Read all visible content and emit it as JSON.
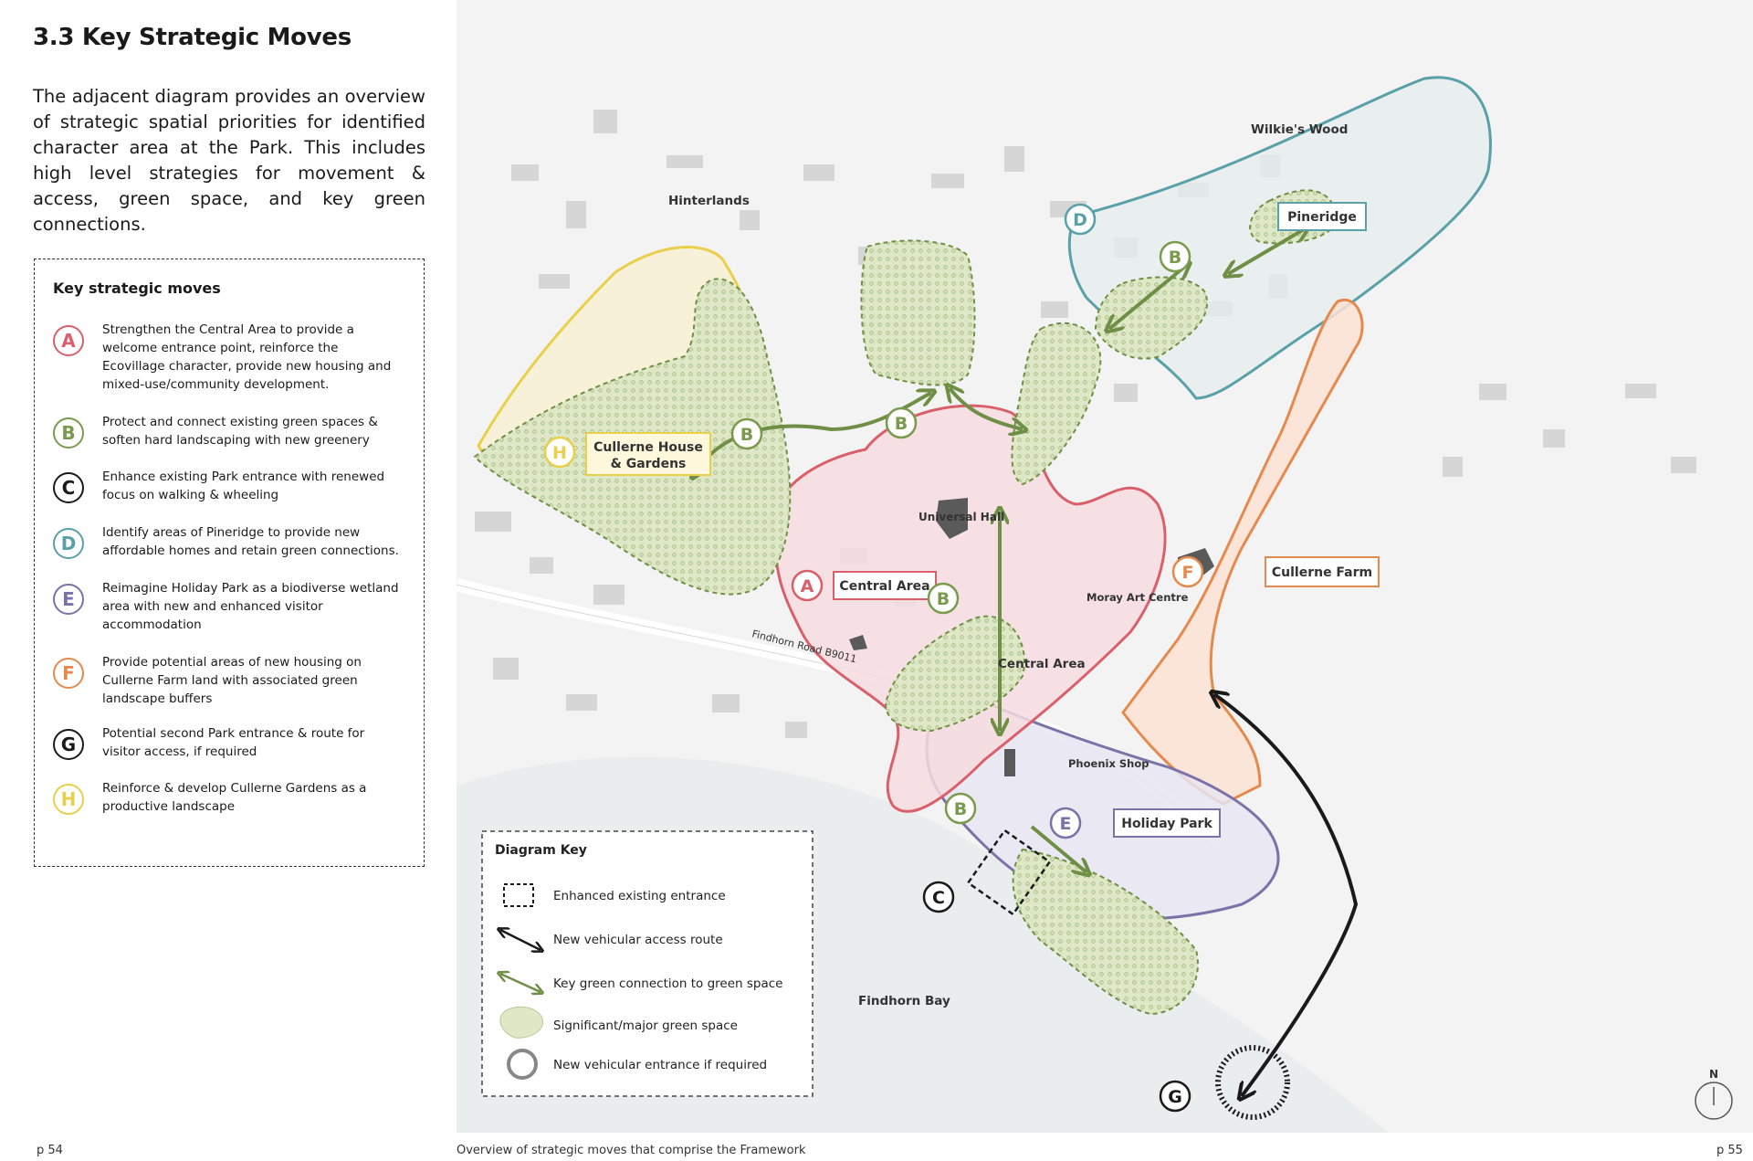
{
  "heading": "3.3 Key Strategic Moves",
  "intro": "The adjacent diagram provides an overview of strategic spatial priorities for identified character area at the Park.  This includes high level strategies for movement & access, green space, and key green connections.",
  "key_title": "Key strategic moves",
  "moves": [
    {
      "letter": "A",
      "color": "#d9606a",
      "text": "Strengthen the Central Area to provide a welcome entrance point, reinforce the Ecovillage character, provide new housing and mixed-use/community development."
    },
    {
      "letter": "B",
      "color": "#7a9a4e",
      "text": "Protect and connect existing green spaces & soften hard landscaping with new greenery"
    },
    {
      "letter": "C",
      "color": "#1a1a1a",
      "text": "Enhance existing Park entrance with renewed focus on walking & wheeling"
    },
    {
      "letter": "D",
      "color": "#5aa0a8",
      "text": "Identify areas of Pineridge to provide new affordable homes and retain green connections."
    },
    {
      "letter": "E",
      "color": "#7b72a8",
      "text": "Reimagine Holiday Park as a biodiverse wetland area with new and enhanced visitor accommodation"
    },
    {
      "letter": "F",
      "color": "#e58a4e",
      "text": "Provide potential areas of new housing on Cullerne Farm land with associated green landscape buffers"
    },
    {
      "letter": "G",
      "color": "#1a1a1a",
      "text": "Potential second Park entrance & route for visitor access, if required"
    },
    {
      "letter": "H",
      "color": "#e9cf4a",
      "text": "Reinforce & develop Cullerne Gardens as a productive landscape"
    }
  ],
  "diagram_key": {
    "title": "Diagram Key",
    "items": [
      "Enhanced existing entrance",
      "New vehicular access route",
      "Key green connection to green space",
      "Significant/major green space",
      "New vehicular entrance if required"
    ]
  },
  "map_labels": {
    "wilkies_wood": "Wilkie's Wood",
    "hinterlands": "Hinterlands",
    "pineridge": "Pineridge",
    "culerne_house": "Cullerne House",
    "culerne_gardens": "& Gardens",
    "universal_hall": "Universal Hall",
    "central_area_box": "Central Area",
    "central_area": "Central Area",
    "moray_art": "Moray Art Centre",
    "culerne_farm": "Cullerne Farm",
    "findhorn_road": "Findhorn Road B9011",
    "phoenix_shop": "Phoenix Shop",
    "holiday_park": "Holiday Park",
    "findhorn_bay": "Findhorn Bay",
    "north": "N"
  },
  "markers": {
    "A": "A",
    "B": "B",
    "C": "C",
    "D": "D",
    "E": "E",
    "F": "F",
    "G": "G",
    "H": "H"
  },
  "colors": {
    "red": "#d9606a",
    "green": "#7a9a4e",
    "teal": "#5aa0a8",
    "purple": "#7b72a8",
    "orange": "#e58a4e",
    "yellow": "#e9cf4a",
    "black": "#1a1a1a"
  },
  "footer": {
    "left_page": "p 54",
    "caption": "Overview of strategic moves that comprise the Framework",
    "right_page": "p 55"
  }
}
